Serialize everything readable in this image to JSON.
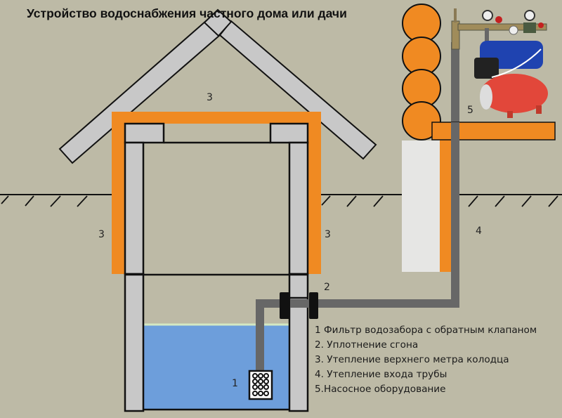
{
  "title": "Устройство водоснабжения частного дома или дачи",
  "labels": {
    "roof_insulation": "3",
    "left_insulation": "3",
    "right_insulation": "3",
    "seal": "2",
    "pipe_insulation": "4",
    "pump": "5",
    "filter": "1"
  },
  "legend": [
    "1 Фильтр водозабора с обратным клапаном",
    "2. Уплотнение сгона",
    "3. Утепление верхнего метра колодца",
    "4. Утепление входа трубы",
    "5.Насосное оборудование"
  ],
  "colors": {
    "background": "#bdbaa6",
    "insulation": "#f08a22",
    "concrete": "#c8c8c8",
    "water": "#6d9edb",
    "pipe": "#676767",
    "tank": "#e2473a",
    "motor": "#1f43b0"
  }
}
